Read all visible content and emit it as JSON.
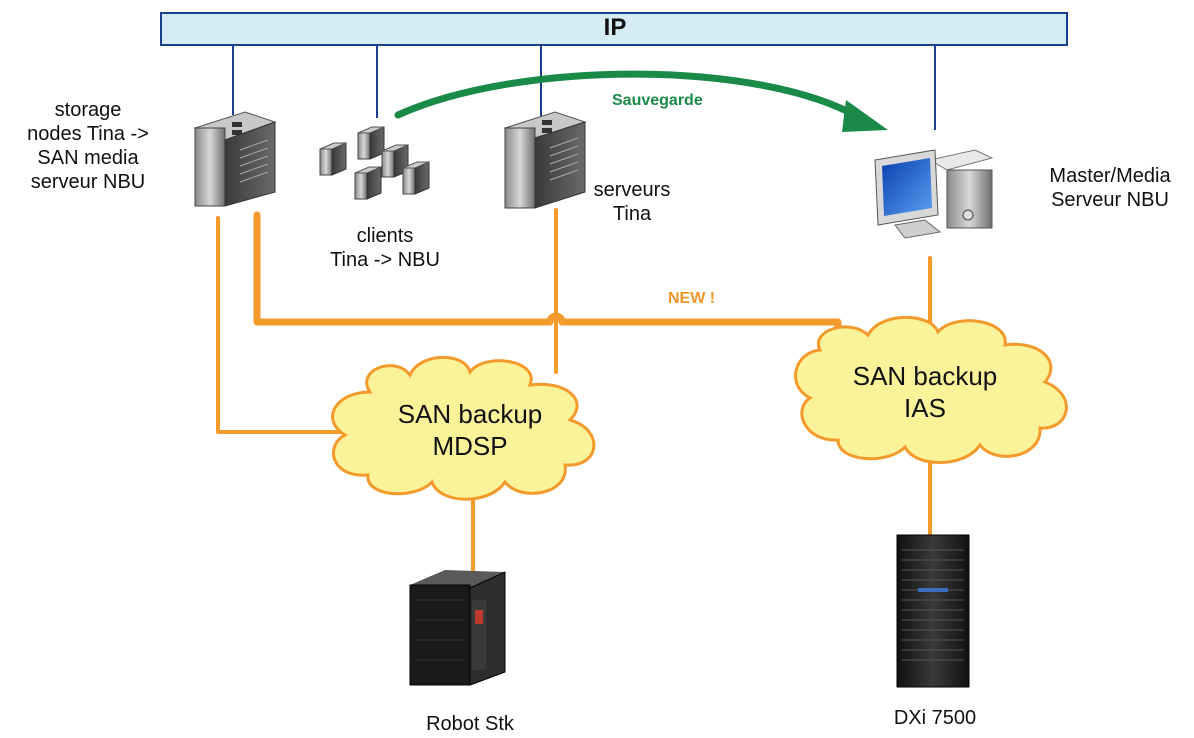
{
  "network": {
    "ip_label": "IP"
  },
  "arrow": {
    "label": "Sauvegarde"
  },
  "new_link": {
    "label": "NEW !"
  },
  "nodes": {
    "storage_nodes": {
      "lines": [
        "storage",
        "nodes Tina ->",
        "SAN media",
        "serveur NBU"
      ]
    },
    "clients": {
      "lines": [
        "clients",
        "Tina -> NBU"
      ]
    },
    "serveurs_tina": {
      "lines": [
        "serveurs",
        "Tina"
      ]
    },
    "master_media": {
      "lines": [
        "Master/Media",
        "Serveur NBU"
      ]
    },
    "robot_stk": {
      "label": "Robot Stk"
    },
    "dxi": {
      "label": "DXi 7500"
    }
  },
  "clouds": {
    "san_mdsp": {
      "lines": [
        "SAN backup",
        "MDSP"
      ]
    },
    "san_ias": {
      "lines": [
        "SAN backup",
        "IAS"
      ]
    }
  },
  "colors": {
    "ip_bar_fill": "#d5ecf4",
    "ip_bar_stroke": "#1a3f8f",
    "ip_line": "#1a3f8f",
    "san_line": "#f39a2b",
    "cloud_fill": "#fbf39a",
    "cloud_stroke": "#f39a2b",
    "arrow": "#1a8a48"
  }
}
